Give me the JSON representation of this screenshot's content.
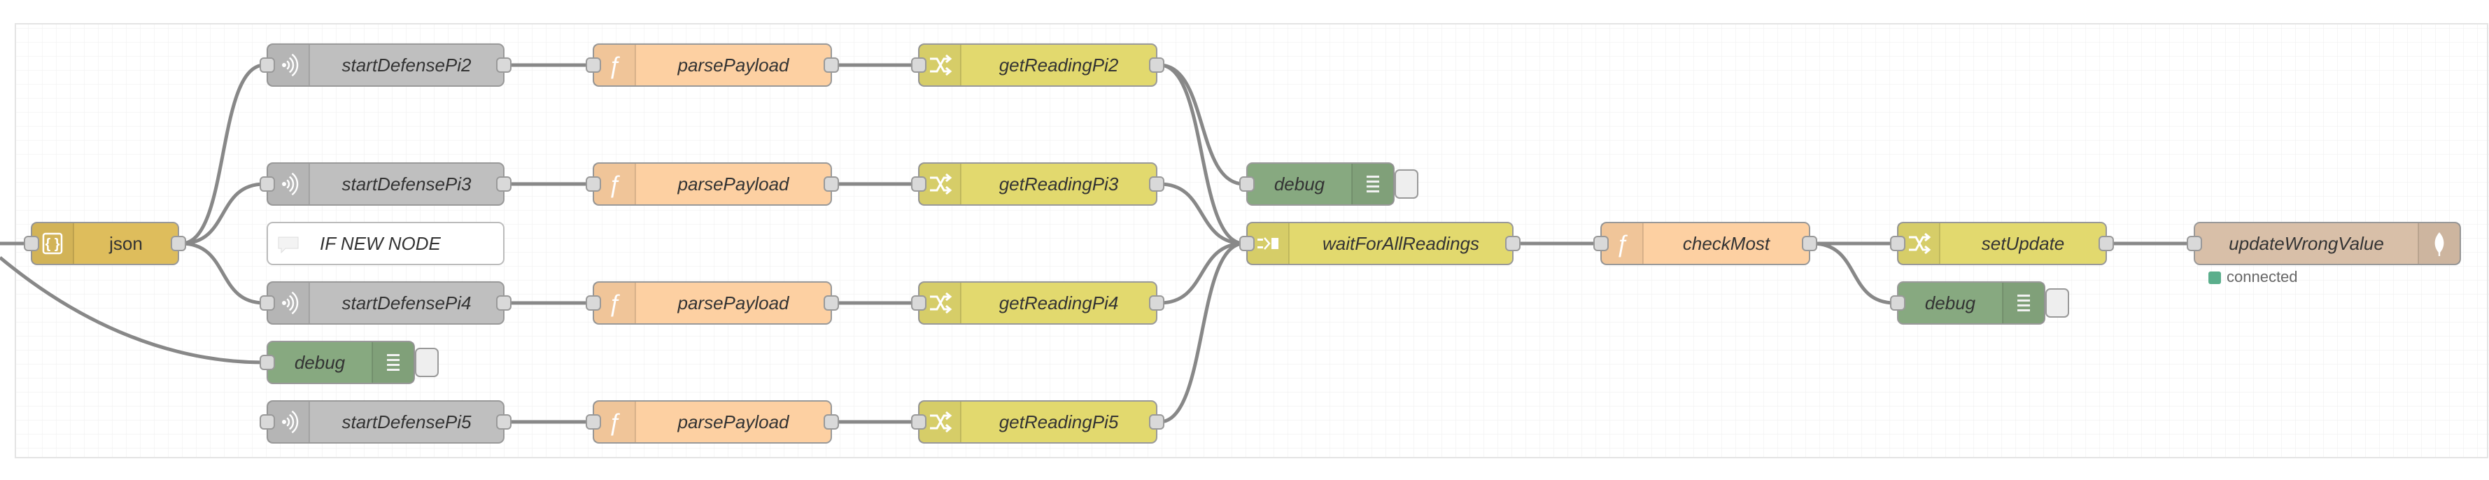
{
  "nodes": [
    {
      "id": "json",
      "kind": "json",
      "label": "json",
      "italic": false,
      "color": "#DEBD5C",
      "icon": "braces-icon",
      "inputs": 1,
      "outputs": 1
    },
    {
      "id": "start2",
      "kind": "link-in",
      "label": "startDefensePi2",
      "italic": true,
      "color": "#BFBFBF",
      "icon": "wireless-icon",
      "inputs": 1,
      "outputs": 1
    },
    {
      "id": "start3",
      "kind": "link-in",
      "label": "startDefensePi3",
      "italic": true,
      "color": "#BFBFBF",
      "icon": "wireless-icon",
      "inputs": 1,
      "outputs": 1
    },
    {
      "id": "comment",
      "kind": "comment",
      "label": "IF NEW NODE",
      "italic": true,
      "color": "#FFFFFF",
      "icon": "comment-icon",
      "inputs": 0,
      "outputs": 0
    },
    {
      "id": "start4",
      "kind": "link-in",
      "label": "startDefensePi4",
      "italic": true,
      "color": "#BFBFBF",
      "icon": "wireless-icon",
      "inputs": 1,
      "outputs": 1
    },
    {
      "id": "debug1",
      "kind": "debug",
      "label": "debug",
      "italic": true,
      "color": "#87A980",
      "icon": "debug-icon",
      "inputs": 1,
      "outputs": 0
    },
    {
      "id": "start5",
      "kind": "link-in",
      "label": "startDefensePi5",
      "italic": true,
      "color": "#BFBFBF",
      "icon": "wireless-icon",
      "inputs": 1,
      "outputs": 1
    },
    {
      "id": "parse2",
      "kind": "function",
      "label": "parsePayload",
      "italic": true,
      "color": "#FDD0A2",
      "icon": "function-icon",
      "inputs": 1,
      "outputs": 1
    },
    {
      "id": "parse3",
      "kind": "function",
      "label": "parsePayload",
      "italic": true,
      "color": "#FDD0A2",
      "icon": "function-icon",
      "inputs": 1,
      "outputs": 1
    },
    {
      "id": "parse4",
      "kind": "function",
      "label": "parsePayload",
      "italic": true,
      "color": "#FDD0A2",
      "icon": "function-icon",
      "inputs": 1,
      "outputs": 1
    },
    {
      "id": "parse5",
      "kind": "function",
      "label": "parsePayload",
      "italic": true,
      "color": "#FDD0A2",
      "icon": "function-icon",
      "inputs": 1,
      "outputs": 1
    },
    {
      "id": "read2",
      "kind": "change",
      "label": "getReadingPi2",
      "italic": true,
      "color": "#E2D96E",
      "icon": "shuffle-icon",
      "inputs": 1,
      "outputs": 1
    },
    {
      "id": "read3",
      "kind": "change",
      "label": "getReadingPi3",
      "italic": true,
      "color": "#E2D96E",
      "icon": "shuffle-icon",
      "inputs": 1,
      "outputs": 1
    },
    {
      "id": "read4",
      "kind": "change",
      "label": "getReadingPi4",
      "italic": true,
      "color": "#E2D96E",
      "icon": "shuffle-icon",
      "inputs": 1,
      "outputs": 1
    },
    {
      "id": "read5",
      "kind": "change",
      "label": "getReadingPi5",
      "italic": true,
      "color": "#E2D96E",
      "icon": "shuffle-icon",
      "inputs": 1,
      "outputs": 1
    },
    {
      "id": "debug2",
      "kind": "debug",
      "label": "debug",
      "italic": true,
      "color": "#87A980",
      "icon": "debug-icon",
      "inputs": 1,
      "outputs": 0
    },
    {
      "id": "wait",
      "kind": "join",
      "label": "waitForAllReadings",
      "italic": true,
      "color": "#E2D96E",
      "icon": "join-icon",
      "inputs": 1,
      "outputs": 1
    },
    {
      "id": "check",
      "kind": "function",
      "label": "checkMost",
      "italic": true,
      "color": "#FDD0A2",
      "icon": "function-icon",
      "inputs": 1,
      "outputs": 1
    },
    {
      "id": "setupd",
      "kind": "change",
      "label": "setUpdate",
      "italic": true,
      "color": "#E2D96E",
      "icon": "shuffle-icon",
      "inputs": 1,
      "outputs": 1
    },
    {
      "id": "debug3",
      "kind": "debug",
      "label": "debug",
      "italic": true,
      "color": "#87A980",
      "icon": "debug-icon",
      "inputs": 1,
      "outputs": 0
    },
    {
      "id": "update",
      "kind": "mongodb-out",
      "label": "updateWrongValue",
      "italic": true,
      "color": "#D8BFA8",
      "icon": "leaf-icon",
      "inputs": 1,
      "outputs": 0,
      "status": {
        "text": "connected",
        "color": "#5BAE8C"
      }
    }
  ],
  "wires": [
    [
      "json",
      "start2"
    ],
    [
      "json",
      "start3"
    ],
    [
      "json",
      "start4"
    ],
    [
      "start2",
      "parse2"
    ],
    [
      "start3",
      "parse3"
    ],
    [
      "start4",
      "parse4"
    ],
    [
      "start5",
      "parse5"
    ],
    [
      "parse2",
      "read2"
    ],
    [
      "parse3",
      "read3"
    ],
    [
      "parse4",
      "read4"
    ],
    [
      "parse5",
      "read5"
    ],
    [
      "read2",
      "debug2"
    ],
    [
      "read2",
      "wait"
    ],
    [
      "read3",
      "wait"
    ],
    [
      "read4",
      "wait"
    ],
    [
      "read5",
      "wait"
    ],
    [
      "wait",
      "check"
    ],
    [
      "check",
      "setupd"
    ],
    [
      "check",
      "debug3"
    ],
    [
      "setupd",
      "update"
    ]
  ],
  "colors": {
    "wire": "#888888",
    "grid": "#EEEEEE",
    "port": "#D9D9D9",
    "portStroke": "#999999",
    "nodeStroke": "#999999"
  }
}
